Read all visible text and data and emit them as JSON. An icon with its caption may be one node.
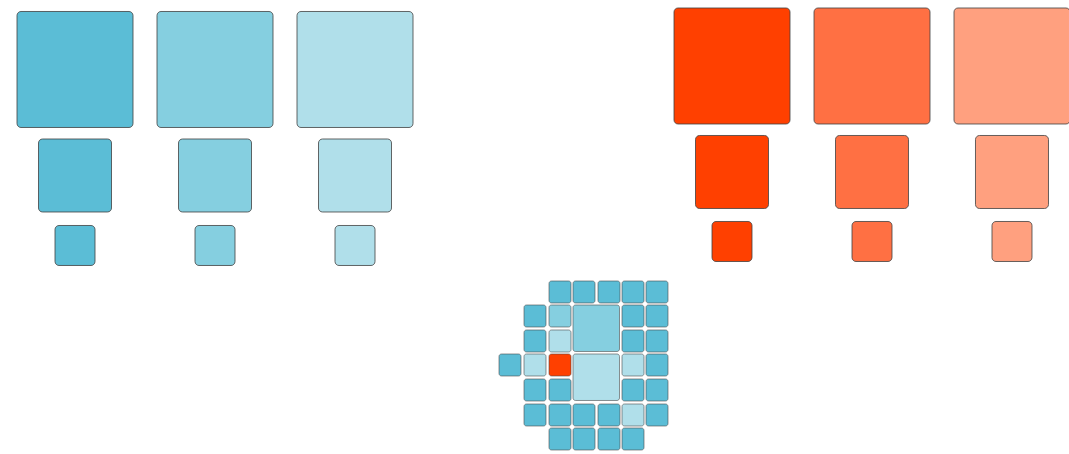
{
  "diagram": {
    "nodes": [
      {
        "text": [],
        "shape": "box"
      },
      {
        "text": [],
        "shape": "box"
      },
      {
        "text": [],
        "shape": "box"
      },
      {
        "text": [],
        "shape": "box"
      },
      {
        "text": [],
        "shape": "box"
      },
      {
        "text": [],
        "shape": "box"
      },
      {
        "text": [],
        "shape": "box"
      },
      {
        "text": [],
        "shape": "box"
      },
      {
        "text": [],
        "shape": "box"
      },
      {
        "text": [],
        "shape": "box"
      },
      {
        "text": [],
        "shape": "box"
      },
      {
        "text": [],
        "shape": "box"
      },
      {
        "text": [],
        "shape": "box"
      },
      {
        "text": [],
        "shape": "box"
      },
      {
        "text": [],
        "shape": "box"
      },
      {
        "text": [],
        "shape": "box"
      },
      {
        "text": [],
        "shape": "box"
      },
      {
        "text": [],
        "shape": "box"
      }
    ]
  }
}
